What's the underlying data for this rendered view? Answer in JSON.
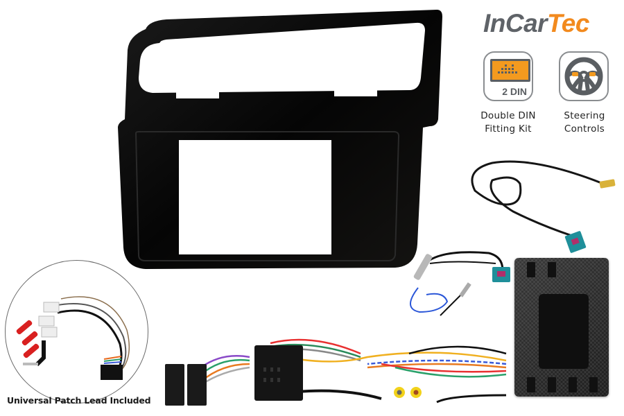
{
  "brand": {
    "name_part1": "InCar",
    "name_part2": "Tec",
    "color_primary": "#5f6368",
    "color_accent": "#f28a1e"
  },
  "features": [
    {
      "icon": "double-din-radio-icon",
      "badge_text": "2 DIN",
      "label_line1": "Double DIN",
      "label_line2": "Fitting Kit"
    },
    {
      "icon": "steering-wheel-icon",
      "label_line1": "Steering",
      "label_line2": "Controls"
    }
  ],
  "inset": {
    "caption": "Universal Patch Lead Included"
  },
  "products": [
    {
      "name": "fascia-panel",
      "color": "#0a0a0a"
    },
    {
      "name": "dab-antenna-adapter",
      "connector_color": "#1f8f9a"
    },
    {
      "name": "fm-antenna-adapter",
      "connector_color": "#1f8f9a"
    },
    {
      "name": "steering-control-interface",
      "color": "#2a2a2a"
    },
    {
      "name": "iso-wiring-harness"
    },
    {
      "name": "rca-connectors",
      "color": "#f2d21b"
    }
  ]
}
